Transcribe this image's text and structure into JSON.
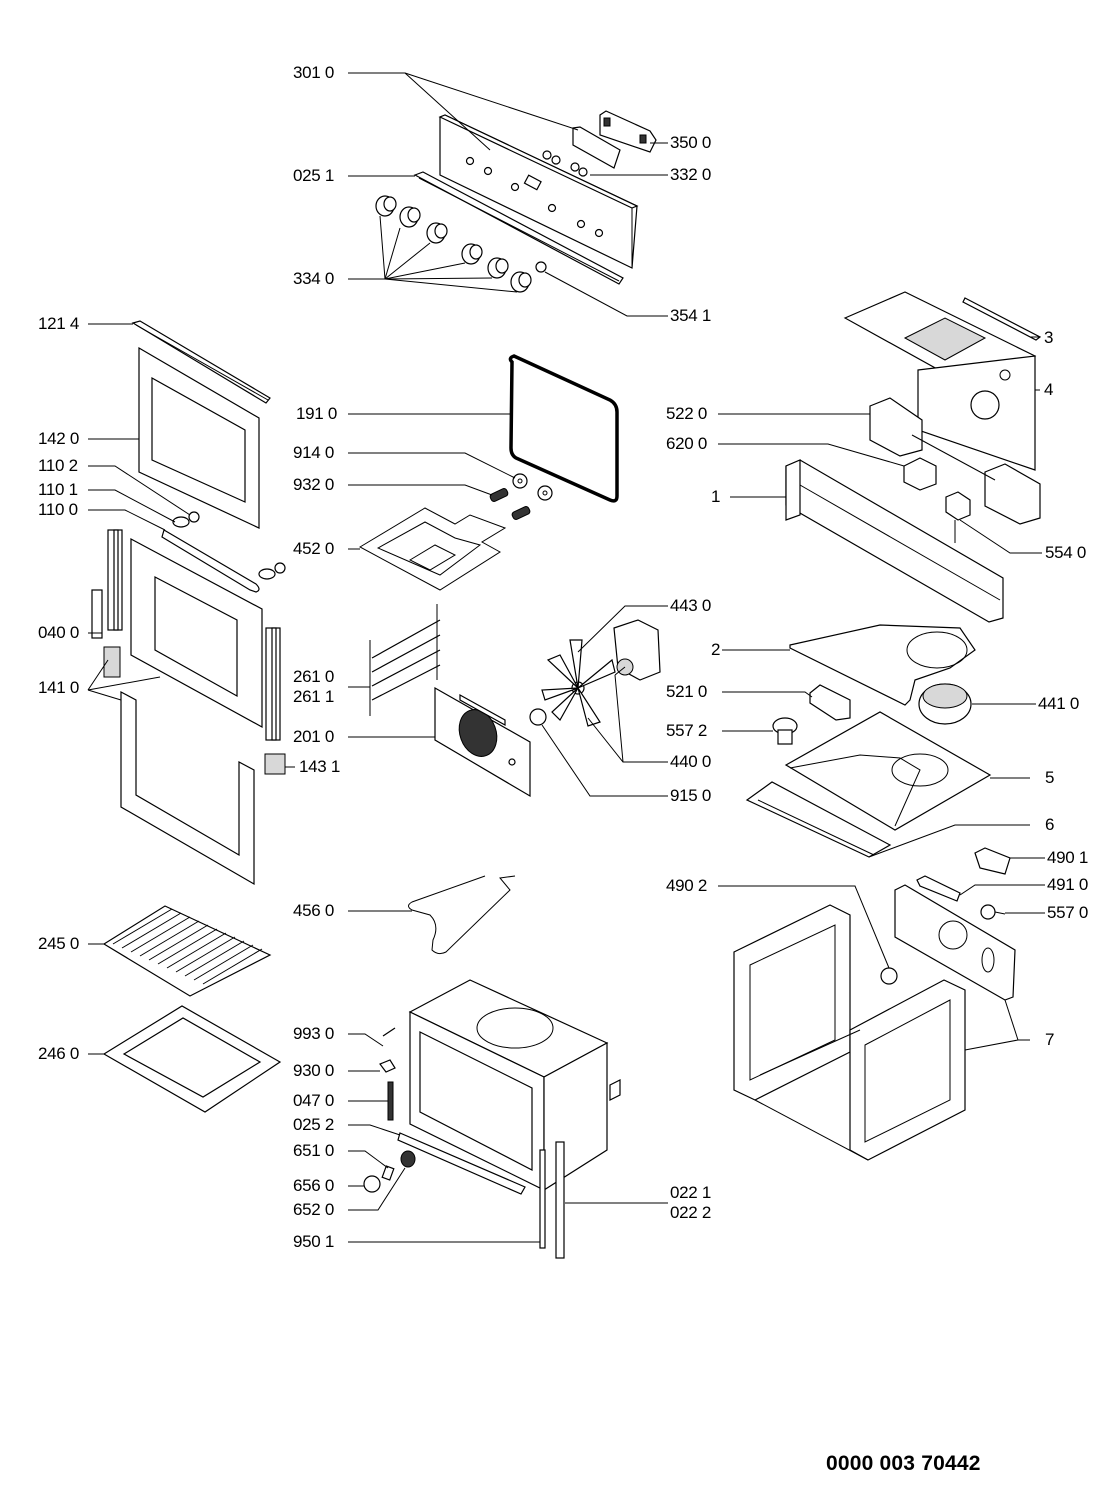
{
  "document": {
    "type": "exploded-parts-diagram",
    "subject": "built-in electric oven",
    "document_number": "0000 003 70442"
  },
  "callouts": [
    {
      "id": "c3010",
      "label": "301 0",
      "part": "control-panel-fascia"
    },
    {
      "id": "c3500",
      "label": "350 0",
      "part": "programmer-timer-module"
    },
    {
      "id": "c0251",
      "label": "025 1",
      "part": "fascia-trim-strip"
    },
    {
      "id": "c3320",
      "label": "332 0",
      "part": "push-button-set"
    },
    {
      "id": "c3340",
      "label": "334 0",
      "part": "control-knobs"
    },
    {
      "id": "c3541",
      "label": "354 1",
      "part": "indicator-lens"
    },
    {
      "id": "c1214",
      "label": "121 4",
      "part": "door-top-profile"
    },
    {
      "id": "c1910",
      "label": "191 0",
      "part": "door-seal-gasket"
    },
    {
      "id": "c1420",
      "label": "142 0",
      "part": "outer-door-glass"
    },
    {
      "id": "c9140",
      "label": "914 0",
      "part": "element-nut"
    },
    {
      "id": "c1102",
      "label": "110 2",
      "part": "handle-washer"
    },
    {
      "id": "c9320",
      "label": "932 0",
      "part": "element-spring"
    },
    {
      "id": "c1101",
      "label": "110 1",
      "part": "handle-spacer"
    },
    {
      "id": "c1100",
      "label": "110 0",
      "part": "door-handle"
    },
    {
      "id": "c4520",
      "label": "452 0",
      "part": "top-grill-element"
    },
    {
      "id": "c0400",
      "label": "040 0",
      "part": "door-hinge"
    },
    {
      "id": "c1410",
      "label": "141 0",
      "part": "inner-door-glass-set"
    },
    {
      "id": "c2610",
      "label": "261 0",
      "part": "shelf-support-left"
    },
    {
      "id": "c2611",
      "label": "261 1",
      "part": "shelf-support-right"
    },
    {
      "id": "c2010",
      "label": "201 0",
      "part": "fan-cover-back-panel"
    },
    {
      "id": "c1431",
      "label": "143 1",
      "part": "door-hinge-receiver"
    },
    {
      "id": "c4430",
      "label": "443 0",
      "part": "fan-motor"
    },
    {
      "id": "c4400",
      "label": "440 0",
      "part": "fan-blade"
    },
    {
      "id": "c9150",
      "label": "915 0",
      "part": "fan-nut"
    },
    {
      "id": "c5220",
      "label": "522 0",
      "part": "selector-switch"
    },
    {
      "id": "c6200",
      "label": "620 0",
      "part": "terminal-block"
    },
    {
      "id": "c5540",
      "label": "554 0",
      "part": "energy-regulator"
    },
    {
      "id": "c5210",
      "label": "521 0",
      "part": "thermostat"
    },
    {
      "id": "c5572",
      "label": "557 2",
      "part": "safety-thermostat"
    },
    {
      "id": "c4410",
      "label": "441 0",
      "part": "cooling-fan"
    },
    {
      "id": "c4560",
      "label": "456 0",
      "part": "bottom-element"
    },
    {
      "id": "c2450",
      "label": "245 0",
      "part": "wire-shelf"
    },
    {
      "id": "c2460",
      "label": "246 0",
      "part": "baking-tray"
    },
    {
      "id": "c9930",
      "label": "993 0",
      "part": "screw"
    },
    {
      "id": "c9300",
      "label": "930 0",
      "part": "fixing-clip"
    },
    {
      "id": "c0470",
      "label": "047 0",
      "part": "door-catch"
    },
    {
      "id": "c0252",
      "label": "025 2",
      "part": "lower-trim-strip"
    },
    {
      "id": "c6510",
      "label": "651 0",
      "part": "lamp-bulb"
    },
    {
      "id": "c6560",
      "label": "656 0",
      "part": "lamp-cover"
    },
    {
      "id": "c6520",
      "label": "652 0",
      "part": "lamp-holder"
    },
    {
      "id": "c9501",
      "label": "950 1",
      "part": "side-seal"
    },
    {
      "id": "c0221",
      "label": "022 1",
      "part": "side-trim-left"
    },
    {
      "id": "c0222",
      "label": "022 2",
      "part": "side-trim-right"
    },
    {
      "id": "c4901",
      "label": "490 1",
      "part": "cable-clamp"
    },
    {
      "id": "c4910",
      "label": "491 0",
      "part": "mains-terminal-block"
    },
    {
      "id": "c5570",
      "label": "557 0",
      "part": "thermal-cutout"
    },
    {
      "id": "c4902",
      "label": "490 2",
      "part": "cable-grommet"
    },
    {
      "id": "c1",
      "label": "1",
      "part": "control-panel-frame"
    },
    {
      "id": "c2",
      "label": "2",
      "part": "top-cover-duct"
    },
    {
      "id": "c3",
      "label": "3",
      "part": "bracket"
    },
    {
      "id": "c4",
      "label": "4",
      "part": "rear-top-panel"
    },
    {
      "id": "c5",
      "label": "5",
      "part": "cabinet-top"
    },
    {
      "id": "c6",
      "label": "6",
      "part": "front-deflector"
    },
    {
      "id": "c7",
      "label": "7",
      "part": "outer-casing"
    }
  ]
}
